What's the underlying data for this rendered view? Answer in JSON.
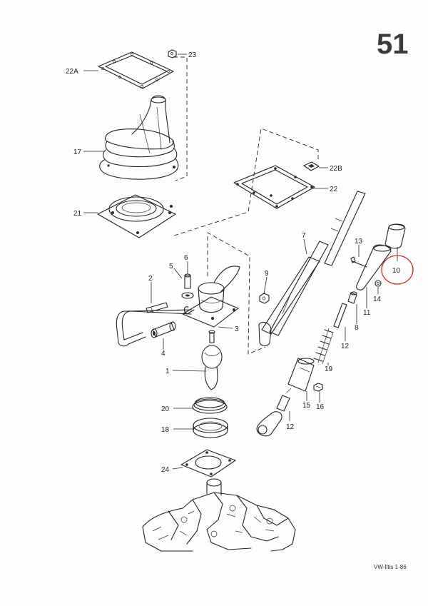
{
  "page_number": "51",
  "footer": "VW-Iltis 1-86",
  "callouts": [
    {
      "id": "c23",
      "text": "23"
    },
    {
      "id": "c22A",
      "text": "22A"
    },
    {
      "id": "c17",
      "text": "17"
    },
    {
      "id": "c21",
      "text": "21"
    },
    {
      "id": "c22B",
      "text": "22B"
    },
    {
      "id": "c22",
      "text": "22"
    },
    {
      "id": "c7",
      "text": "7"
    },
    {
      "id": "c13",
      "text": "13"
    },
    {
      "id": "c10",
      "text": "10"
    },
    {
      "id": "c6",
      "text": "6"
    },
    {
      "id": "c5",
      "text": "5"
    },
    {
      "id": "c9",
      "text": "9"
    },
    {
      "id": "c2",
      "text": "2"
    },
    {
      "id": "c14",
      "text": "14"
    },
    {
      "id": "c11",
      "text": "11"
    },
    {
      "id": "c8",
      "text": "8"
    },
    {
      "id": "c3",
      "text": "3"
    },
    {
      "id": "c4",
      "text": "4"
    },
    {
      "id": "c12a",
      "text": "12"
    },
    {
      "id": "c1",
      "text": "1"
    },
    {
      "id": "c19",
      "text": "19"
    },
    {
      "id": "c20",
      "text": "20"
    },
    {
      "id": "c15",
      "text": "15"
    },
    {
      "id": "c16",
      "text": "16"
    },
    {
      "id": "c18",
      "text": "18"
    },
    {
      "id": "c12b",
      "text": "12"
    },
    {
      "id": "c24",
      "text": "24"
    }
  ],
  "highlight_color": "#d62a2a"
}
